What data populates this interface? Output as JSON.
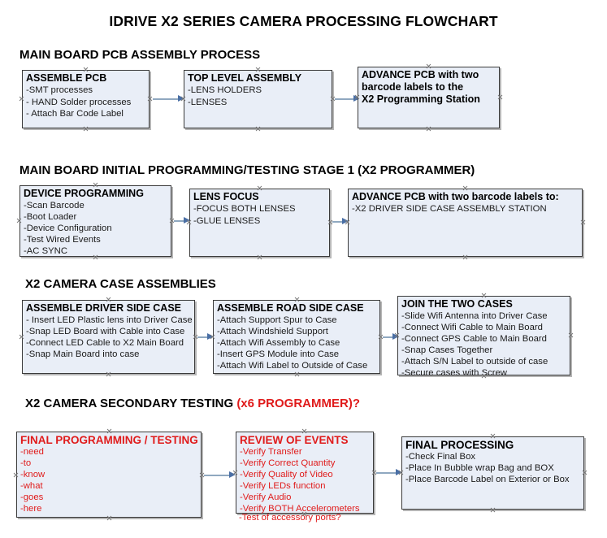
{
  "document": {
    "title": "IDRIVE X2  SERIES CAMERA PROCESSING FLOWCHART",
    "accent_color": "#e01b1b",
    "box_fill": "#e9eef7",
    "box_border": "#3a3a3a",
    "arrow_color": "#8fa8c0",
    "arrow_head_color": "#4a6fa5"
  },
  "sections": [
    {
      "id": "main-board-pcb-assembly-process",
      "heading": "MAIN BOARD PCB ASSEMBLY PROCESS",
      "heading_accent": "",
      "nodes": [
        {
          "id": "assemble-pcb",
          "title": "ASSEMBLE PCB",
          "lines": [
            "-SMT processes",
            "- HAND Solder processes",
            "- Attach Bar Code Label"
          ]
        },
        {
          "id": "top-level-assembly",
          "title": "TOP LEVEL ASSEMBLY",
          "lines": [
            "-LENS HOLDERS",
            "-LENSES"
          ]
        },
        {
          "id": "advance-pcb-to-x2-programming-station",
          "title": "ADVANCE PCB with two",
          "lines": [
            "barcode labels to the",
            " X2 Programming Station"
          ]
        }
      ]
    },
    {
      "id": "main-board-initial-programming-testing-stage-1",
      "heading": "MAIN BOARD INITIAL PROGRAMMING/TESTING STAGE 1 (X2 PROGRAMMER)",
      "heading_accent": "",
      "nodes": [
        {
          "id": "device-programming",
          "title": "DEVICE PROGRAMMING",
          "lines": [
            "-Scan Barcode",
            "-Boot Loader",
            "-Device Configuration",
            "-Test Wired Events",
            "-AC SYNC"
          ]
        },
        {
          "id": "lens-focus",
          "title": "LENS FOCUS",
          "lines": [
            "-FOCUS BOTH LENSES",
            "-GLUE LENSES"
          ]
        },
        {
          "id": "advance-pcb-to-driver-side-case-assembly",
          "title": "ADVANCE PCB with two barcode labels to:",
          "lines": [
            "-X2 DRIVER  SIDE  CASE  ASSEMBLY STATION"
          ]
        }
      ]
    },
    {
      "id": "x2-camera-case-assemblies",
      "heading": "X2 CAMERA CASE ASSEMBLIES",
      "heading_accent": "",
      "nodes": [
        {
          "id": "assemble-driver-side-case",
          "title": "ASSEMBLE DRIVER SIDE CASE",
          "lines": [
            "- Insert LED Plastic lens into Driver Case",
            "-Snap LED Board with Cable into Case",
            "-Connect LED Cable to X2 Main Board",
            "-Snap Main Board into case"
          ]
        },
        {
          "id": "assemble-road-side-case",
          "title": "ASSEMBLE ROAD SIDE CASE",
          "lines": [
            "-Attach Support Spur to Case",
            "-Attach Windshield Support",
            "-Attach Wifi Assembly to Case",
            "-Insert GPS Module into Case",
            "-Attach Wifi Label to Outside of Case"
          ]
        },
        {
          "id": "join-the-two-cases",
          "title": "JOIN THE TWO CASES",
          "lines": [
            "-Slide Wifi Antenna into Driver Case",
            "-Connect Wifi Cable to Main Board",
            "-Connect GPS Cable to Main Board",
            "-Snap Cases Together",
            "-Attach S/N Label to outside of case",
            "-Secure cases with Screw"
          ]
        }
      ]
    },
    {
      "id": "x2-camera-secondary-testing",
      "heading": "X2 CAMERA SECONDARY TESTING ",
      "heading_accent": "(x6 PROGRAMMER)?",
      "nodes": [
        {
          "id": "final-programming-testing",
          "title": "FINAL PROGRAMMING / TESTING",
          "lines": [
            "-need",
            "-to",
            "-know",
            "-what",
            "-goes",
            "-here"
          ]
        },
        {
          "id": "review-of-events",
          "title": "REVIEW OF EVENTS",
          "lines": [
            "-Verify Transfer",
            "-Verify Correct Quantity",
            "-Verify Quality of Video",
            "-Verify LEDs function",
            "-Verify Audio",
            "-Verify BOTH Accelerometers"
          ],
          "overflow_line": "-Test of accessory ports?"
        },
        {
          "id": "final-processing",
          "title": "FINAL PROCESSING",
          "lines": [
            " -Check Final Box",
            "-Place In Bubble wrap Bag and BOX",
            "-Place Barcode Label on Exterior or Box"
          ]
        }
      ]
    }
  ]
}
